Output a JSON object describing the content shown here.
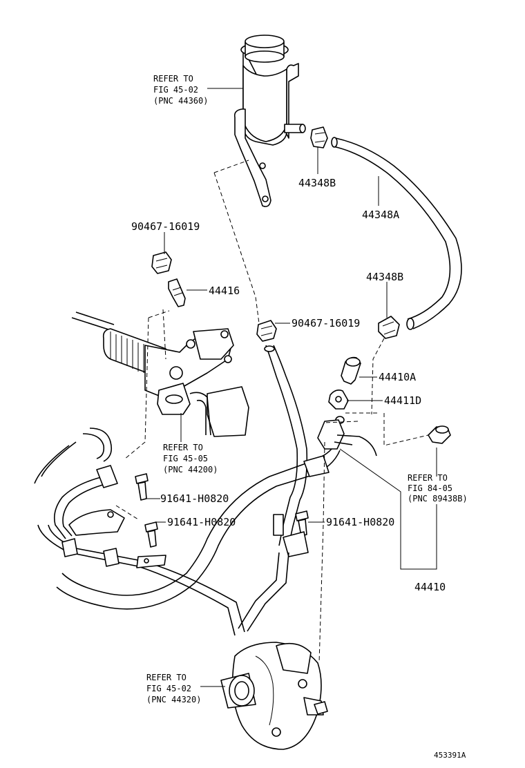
{
  "parts": {
    "p44348B_top": "44348B",
    "p44348A": "44348A",
    "p90467_left": "90467-16019",
    "p44416": "44416",
    "p44348B_right": "44348B",
    "p90467_mid": "90467-16019",
    "p44410A": "44410A",
    "p44411D": "44411D",
    "p91641_a": "91641-H0820",
    "p91641_b": "91641-H0820",
    "p91641_c": "91641-H0820",
    "p44410": "44410"
  },
  "refs": {
    "reservoir": {
      "l1": "REFER TO",
      "l2": "FIG 45-02",
      "l3": "(PNC 44360)"
    },
    "gear": {
      "l1": "REFER TO",
      "l2": "FIG 45-05",
      "l3": "(PNC 44200)"
    },
    "switch": {
      "l1": "REFER TO",
      "l2": "FIG 84-05",
      "l3": "(PNC 89438B)"
    },
    "pump": {
      "l1": "REFER TO",
      "l2": "FIG 45-02",
      "l3": "(PNC 44320)"
    }
  },
  "diagram_code": "453391A"
}
